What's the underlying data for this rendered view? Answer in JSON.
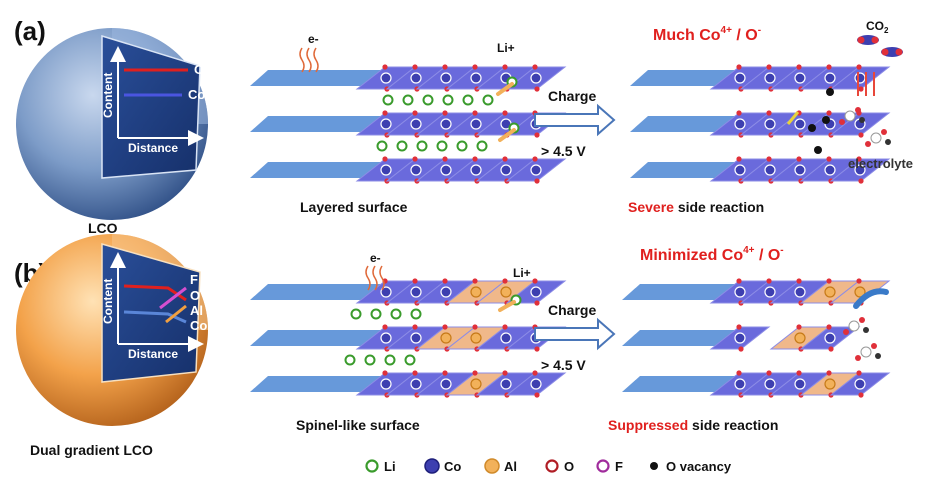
{
  "panel_a": {
    "tag": "(a)",
    "sphere": {
      "axis_y": "Content",
      "axis_x": "Distance",
      "curve_o": "O",
      "curve_co": "Co",
      "caption": "LCO"
    },
    "electron": "e-",
    "li": "Li+",
    "arrow_top": "Charge",
    "arrow_bottom": "> 4.5 V",
    "left_caption": "Layered surface",
    "right_title_head": "Much Co",
    "right_title_sup": "4+",
    "right_title_mid": " / O",
    "right_title_sup2": "-",
    "co2": "CO",
    "co2_sub": "2",
    "electrolyte": "electrolyte",
    "right_caption_hl": "Severe",
    "right_caption_rest": " side reaction"
  },
  "panel_b": {
    "tag": "(b)",
    "sphere": {
      "axis_y": "Content",
      "axis_x": "Distance",
      "curve_f": "F",
      "curve_o": "O",
      "curve_al": "Al",
      "curve_co": "Co",
      "caption": "Dual gradient LCO"
    },
    "electron": "e-",
    "li": "Li+",
    "arrow_top": "Charge",
    "arrow_bottom": "> 4.5 V",
    "left_caption": "Spinel-like surface",
    "right_title_head": "Minimized Co",
    "right_title_sup": "4+",
    "right_title_mid": " / O",
    "right_title_sup2": "-",
    "right_caption_hl": "Suppressed",
    "right_caption_rest": " side reaction"
  },
  "legend": [
    {
      "label": "Li",
      "color": "#7ed36a",
      "ring": "#3a9b2c",
      "style": "ring"
    },
    {
      "label": "Co",
      "color": "#3d3fb0",
      "ring": "#1e1f7a",
      "style": "big"
    },
    {
      "label": "Al",
      "color": "#f2b15a",
      "ring": "#d08a2a",
      "style": "big"
    },
    {
      "label": "O",
      "color": "#e0303a",
      "ring": "#b01d25",
      "style": "ring"
    },
    {
      "label": "F",
      "color": "#d54fd0",
      "ring": "#a02c9c",
      "style": "ring"
    },
    {
      "label": "O vacancy",
      "color": "#111111",
      "ring": "#111111",
      "style": "dot"
    }
  ],
  "colors": {
    "highlight": "#e0201e",
    "slab": "#5f93d8",
    "octahedra": "#6a6adc",
    "al_octa": "#f0b88a",
    "arrow": "#4a76b8"
  }
}
